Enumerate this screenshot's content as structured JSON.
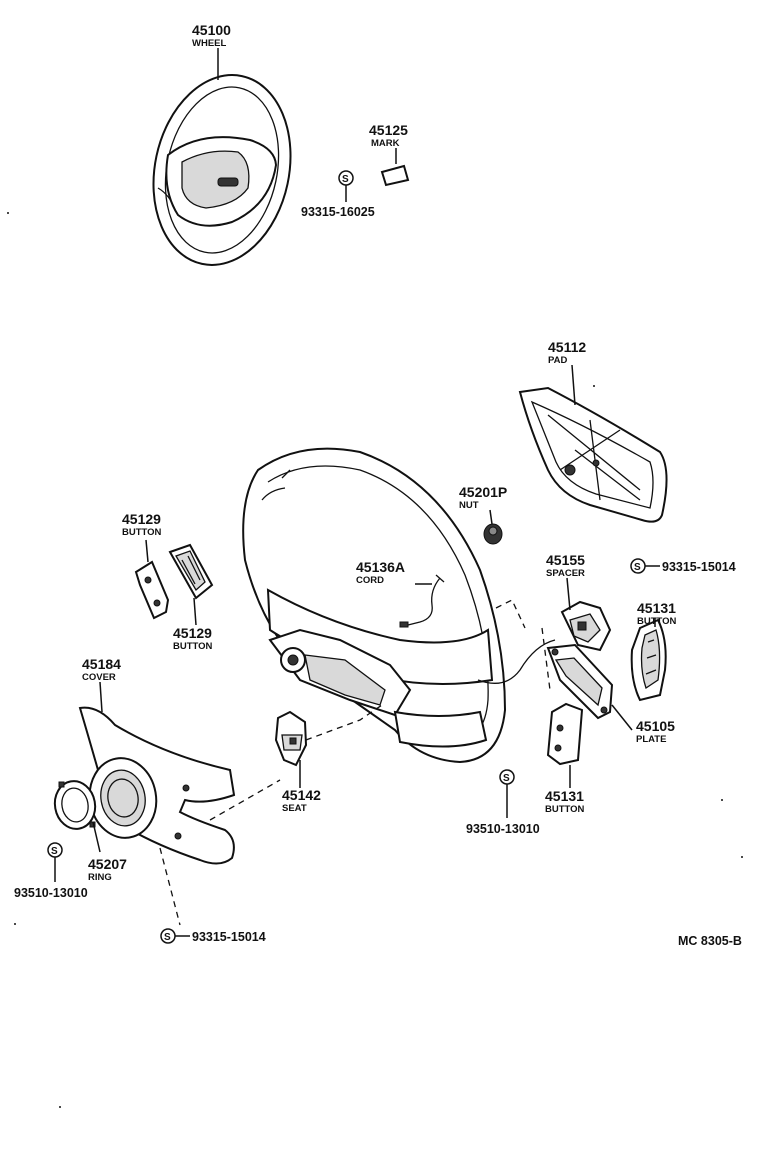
{
  "diagram_code": "MC 8305-B",
  "standard_symbol": "S",
  "parts": {
    "wheel": {
      "number": "45100",
      "name": "WHEEL"
    },
    "mark": {
      "number": "45125",
      "name": "MARK"
    },
    "screw_top": {
      "number": "93315-16025"
    },
    "pad": {
      "number": "45112",
      "name": "PAD"
    },
    "nut": {
      "number": "45201P",
      "name": "NUT"
    },
    "screw_right": {
      "number": "93315-15014"
    },
    "button_left_a": {
      "number": "45129",
      "name": "BUTTON"
    },
    "button_left_b": {
      "number": "45129",
      "name": "BUTTON"
    },
    "cord": {
      "number": "45136A",
      "name": "CORD"
    },
    "spacer": {
      "number": "45155",
      "name": "SPACER"
    },
    "button_right_a": {
      "number": "45131",
      "name": "BUTTON"
    },
    "cover": {
      "number": "45184",
      "name": "COVER"
    },
    "plate": {
      "number": "45105",
      "name": "PLATE"
    },
    "seat": {
      "number": "45142",
      "name": "SEAT"
    },
    "button_right_b": {
      "number": "45131",
      "name": "BUTTON"
    },
    "screw_mid": {
      "number": "93510-13010"
    },
    "ring": {
      "number": "45207",
      "name": "RING"
    },
    "screw_left": {
      "number": "93510-13010"
    },
    "screw_bottom": {
      "number": "93315-15014"
    }
  }
}
